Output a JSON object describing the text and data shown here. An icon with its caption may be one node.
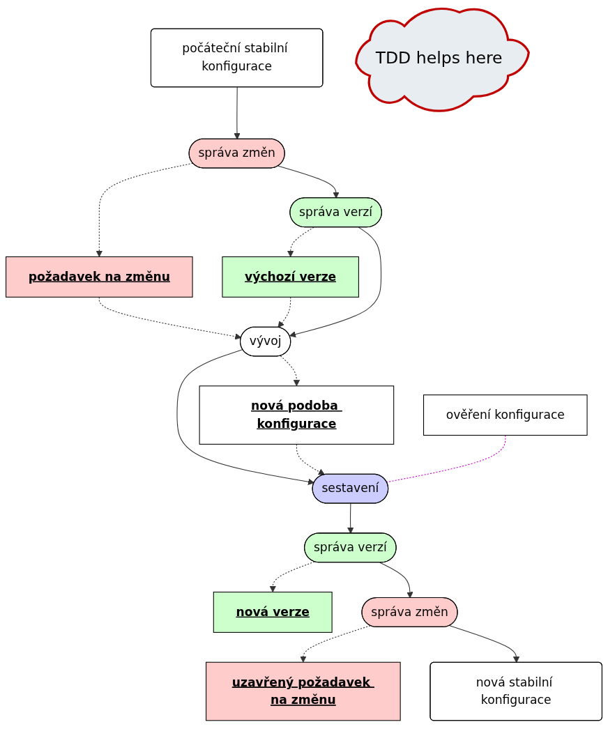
{
  "diagram": {
    "nodes": [
      {
        "text": [
          "počáteční stabilní konfigurace"
        ]
      },
      {
        "text": [
          "správa změn"
        ]
      },
      {
        "text": [
          "požadavek na změnu"
        ]
      },
      {
        "text": [
          "správa verzí"
        ]
      },
      {
        "text": [
          "výchozí verze"
        ]
      },
      {
        "text": [
          "TDD helps here"
        ]
      },
      {
        "text": [
          "vývoj"
        ]
      },
      {
        "text": [
          "nová podoba konfigurace"
        ]
      },
      {
        "text": [
          "ověření konfigurace"
        ]
      },
      {
        "text": [
          "sestavení"
        ]
      },
      {
        "text": [
          "správa verzí"
        ]
      },
      {
        "text": [
          "nová verze"
        ]
      },
      {
        "text": [
          "uzavřený požadavek na změnu"
        ]
      },
      {
        "text": [
          "správa změn"
        ]
      },
      {
        "text": [
          "nová stabilní konfigurace"
        ]
      }
    ],
    "edges": [
      {
        "from": 0,
        "to": 1,
        "arrow": "to"
      },
      {
        "from": 1,
        "to": 2,
        "arrow": "to",
        "style": "dashed"
      },
      {
        "from": 1,
        "to": 3,
        "arrow": "to"
      },
      {
        "from": 3,
        "to": 4,
        "arrow": "to",
        "style": "dashed"
      },
      {
        "from": 2,
        "to": 6,
        "arrow": "to",
        "style": "dashed"
      },
      {
        "from": 4,
        "to": 6,
        "arrow": "to",
        "style": "dashed"
      },
      {
        "from": 3,
        "to": 6,
        "arrow": "to"
      },
      {
        "from": 6,
        "to": 7,
        "arrow": "to",
        "style": "dashed"
      },
      {
        "from": 6,
        "to": 9,
        "arrow": "to"
      },
      {
        "from": 7,
        "to": 9,
        "arrow": "to",
        "style": "dashed"
      },
      {
        "from": 8,
        "to": 9,
        "arrow": "none",
        "style": "dashed",
        "color": "#cc00cc"
      },
      {
        "from": 9,
        "to": 10,
        "arrow": "to"
      },
      {
        "from": 10,
        "to": 11,
        "arrow": "to",
        "style": "dashed"
      },
      {
        "from": 10,
        "to": 13,
        "arrow": "to"
      },
      {
        "from": 13,
        "to": 12,
        "arrow": "to",
        "style": "dashed"
      },
      {
        "from": 13,
        "to": 14,
        "arrow": "to"
      }
    ]
  }
}
